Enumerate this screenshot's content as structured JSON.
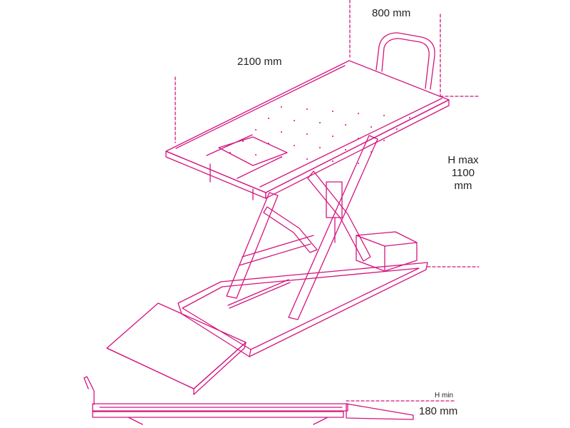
{
  "colors": {
    "outline": "#d4147f",
    "text": "#231f20",
    "background": "#ffffff"
  },
  "dimensions": {
    "width": "800 mm",
    "length": "2100 mm",
    "h_max_label": "H max",
    "h_max_value": "1100",
    "h_max_unit": "mm",
    "h_min_label": "H min",
    "h_min_value": "180 mm"
  }
}
